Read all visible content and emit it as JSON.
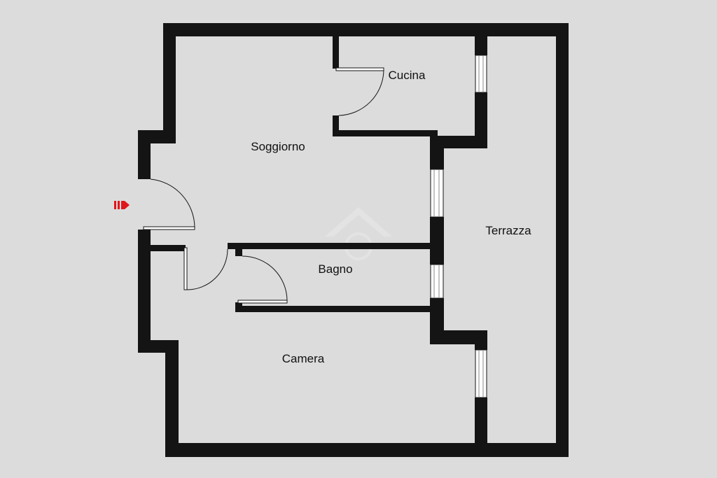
{
  "rooms": {
    "soggiorno": "Soggiorno",
    "cucina": "Cucina",
    "bagno": "Bagno",
    "camera": "Camera",
    "terrazza": "Terrazza"
  },
  "colors": {
    "background": "#dcdcdc",
    "wall": "#141414",
    "entrance_arrow": "#e0161b",
    "window_fill": "#ffffff"
  },
  "icons": {
    "entrance": "entrance-arrow-icon",
    "watermark": "house-watermark-icon"
  }
}
